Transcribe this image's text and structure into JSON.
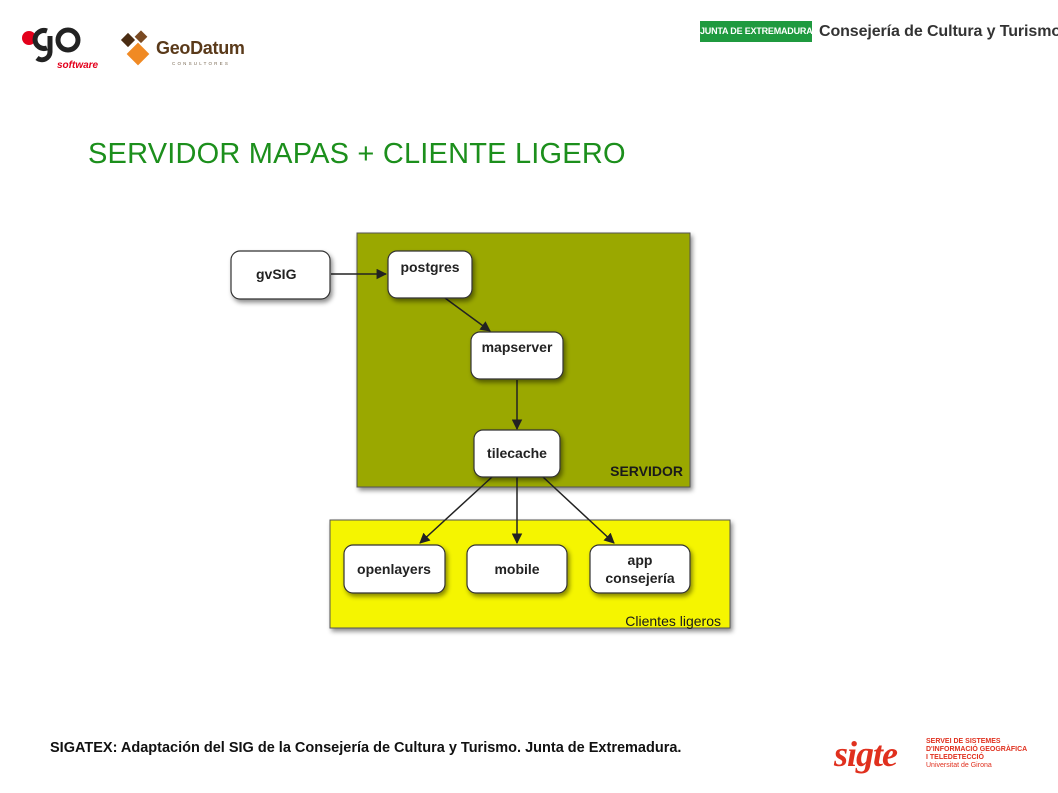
{
  "header": {
    "go_logo_text": "software",
    "geodatum_name": "GeoDatum",
    "geodatum_sub": "CONSULTORES",
    "junta_badge": "JUNTA DE EXTREMADURA",
    "consejeria": "Consejería de Cultura y Turismo"
  },
  "slide": {
    "title": "SERVIDOR MAPAS + CLIENTE LIGERO",
    "footer": "SIGATEX: Adaptación del SIG de la Consejería de Cultura y Turismo. Junta de Extremadura."
  },
  "diagram": {
    "server_label": "SERVIDOR",
    "clients_label": "Clientes ligeros",
    "nodes": {
      "gvsig": "gvSIG",
      "postgres": "postgres",
      "mapserver": "mapserver",
      "tilecache": "tilecache",
      "openlayers": "openlayers",
      "mobile": "mobile",
      "app_line1": "app",
      "app_line2": "consejería"
    },
    "colors": {
      "server_bg": "#9aa800",
      "clients_bg": "#f5f500",
      "node_bg": "#ffffff"
    }
  },
  "sigte": {
    "word": "sigte",
    "line1": "SERVEI DE SISTEMES",
    "line2": "D'INFORMACIÓ GEOGRÀFICA",
    "line3": "I TELEDETECCIÓ",
    "line4": "Universitat de Girona"
  }
}
